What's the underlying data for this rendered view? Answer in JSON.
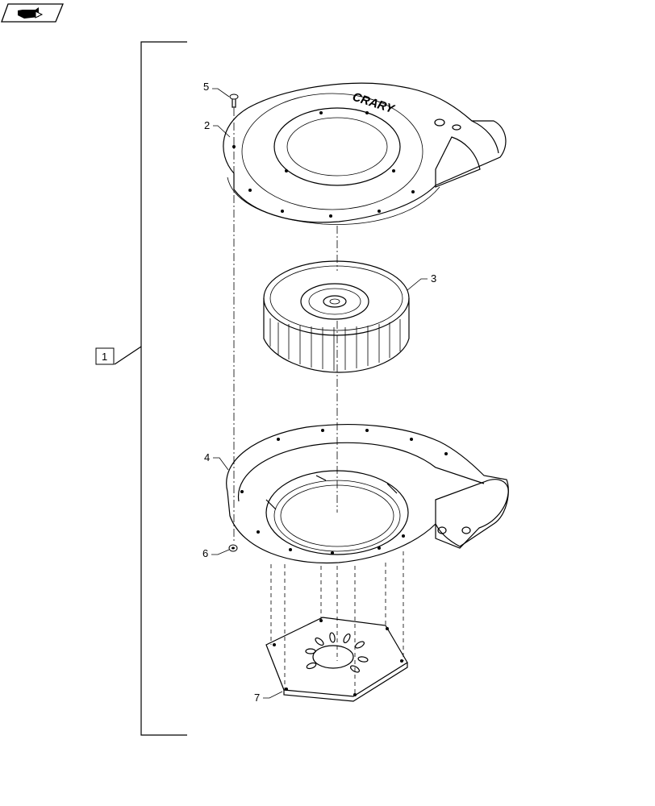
{
  "nav": {
    "icon": "book-pointer-icon"
  },
  "brand_text": "CRARY",
  "callouts": {
    "assembly": "1",
    "housing_top": "2",
    "blower_wheel": "3",
    "housing_bottom": "4",
    "screw": "5",
    "nut": "6",
    "plate": "7"
  }
}
